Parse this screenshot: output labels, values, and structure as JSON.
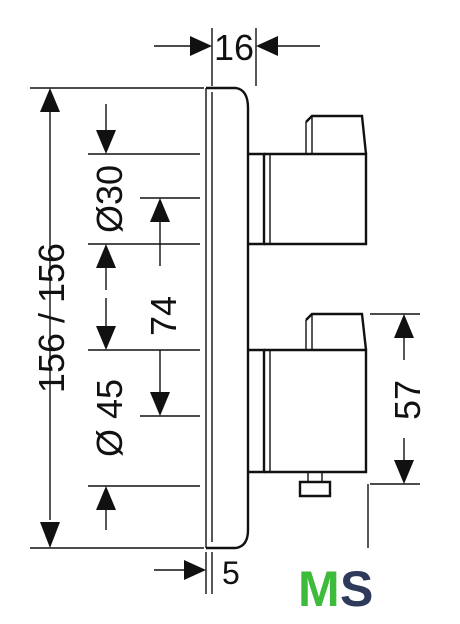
{
  "dimensions": {
    "width_16": "16",
    "height_156": "156 / 156",
    "dia_30": "Ø30",
    "dist_74": "74",
    "dia_45": "Ø 45",
    "height_57": "57",
    "depth_5": "5"
  },
  "logo": {
    "text": "MS",
    "color_m": "#3dbb3a",
    "color_s": "#2d3a5a"
  }
}
